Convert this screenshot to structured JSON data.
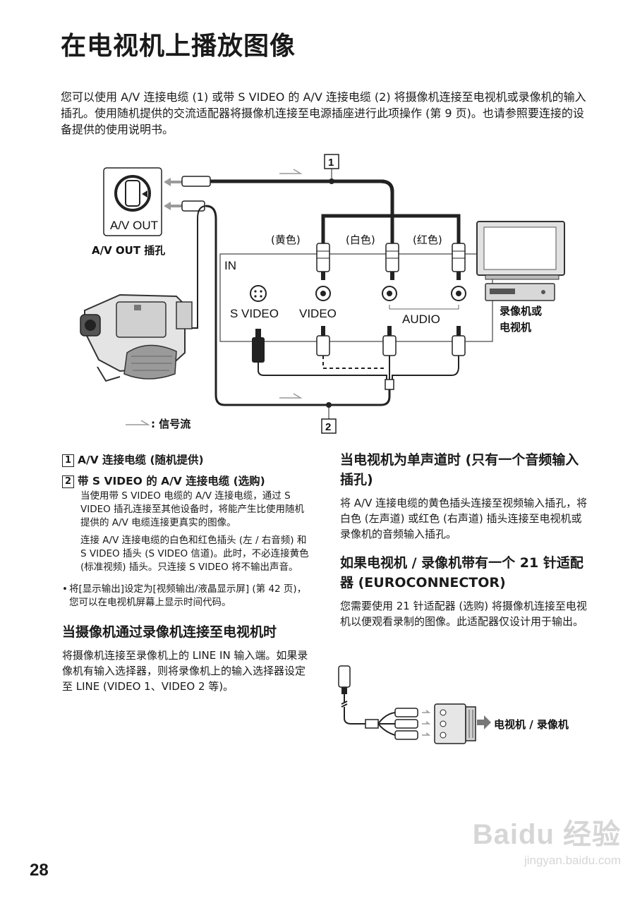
{
  "title": "在电视机上播放图像",
  "intro": "您可以使用 A/V 连接电缆 (1) 或带 S VIDEO 的 A/V 连接电缆 (2) 将摄像机连接至电视机或录像机的输入插孔。使用随机提供的交流适配器将摄像机连接至电源插座进行此项操作 (第 9 页)。也请参照要连接的设备提供的使用说明书。",
  "diagram": {
    "cable1_num": "1",
    "cable2_num": "2",
    "av_out_plate": "A/V OUT",
    "av_out_jack": "A/V OUT 插孔",
    "color_yellow": "(黄色)",
    "color_white": "(白色)",
    "color_red": "(红色)",
    "in_label": "IN",
    "svideo_label": "S VIDEO",
    "video_label": "VIDEO",
    "audio_label": "AUDIO",
    "device_line1": "录像机或",
    "device_line2": "电视机",
    "legend_signal": ": 信号流"
  },
  "left": {
    "item1_num": "1",
    "item1": "A/V 连接电缆 (随机提供)",
    "item2_num": "2",
    "item2": "带 S VIDEO 的 A/V 连接电缆 (选购)",
    "item2_p1": "当使用带 S VIDEO 电缆的 A/V 连接电缆，通过 S VIDEO 插孔连接至其他设备时，将能产生比使用随机提供的 A/V 电缆连接更真实的图像。",
    "item2_p2": "连接 A/V 连接电缆的白色和红色插头 (左 / 右音频) 和 S VIDEO 插头 (S VIDEO 信道)。此时，不必连接黄色 (标准视频) 插头。只连接 S VIDEO 将不输出声音。",
    "bullet": "将[显示输出]设定为[视频输出/液晶显示屏] (第 42 页)，您可以在电视机屏幕上显示时间代码。",
    "vcr_head": "当摄像机通过录像机连接至电视机时",
    "vcr_body": "将摄像机连接至录像机上的 LINE IN 输入端。如果录像机有输入选择器，则将录像机上的输入选择器设定至 LINE (VIDEO 1、VIDEO 2 等)。"
  },
  "right": {
    "mono_head": "当电视机为单声道时 (只有一个音频输入插孔)",
    "mono_body": "将 A/V 连接电缆的黄色插头连接至视频输入插孔，将白色 (左声道) 或红色 (右声道) 插头连接至电视机或录像机的音频输入插孔。",
    "euro_head": "如果电视机 / 录像机带有一个 21 针适配器 (EUROCONNECTOR)",
    "euro_body": "您需要使用 21 针适配器 (选购) 将摄像机连接至电视机以便观看录制的图像。此适配器仅设计用于输出。",
    "euro_target": "电视机 / 录像机"
  },
  "page_number": "28",
  "watermark": {
    "logo": "Baidu 经验",
    "url": "jingyan.baidu.com"
  }
}
